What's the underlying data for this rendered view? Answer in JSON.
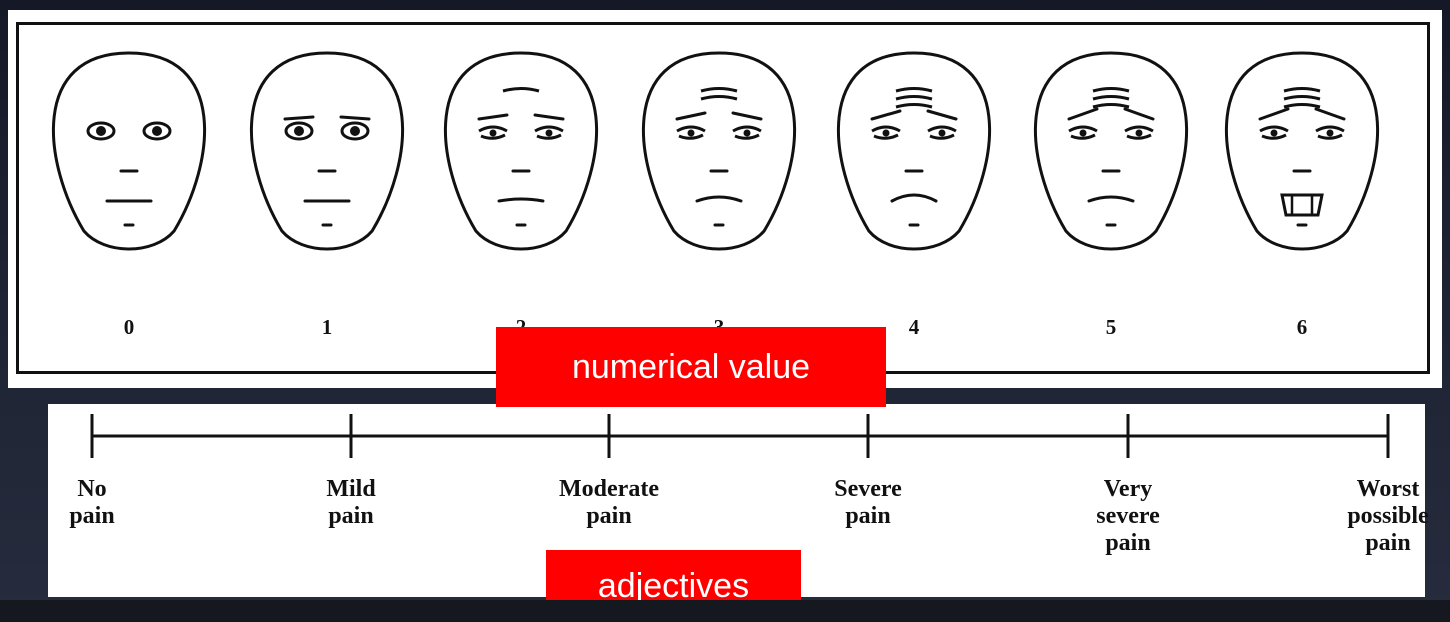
{
  "faces": [
    {
      "value": "0",
      "eyebrow_level": 0,
      "mouth_curve": 0
    },
    {
      "value": "1",
      "eyebrow_level": 1,
      "mouth_curve": 0
    },
    {
      "value": "2",
      "eyebrow_level": 2,
      "mouth_curve": -1
    },
    {
      "value": "3",
      "eyebrow_level": 3,
      "mouth_curve": -2
    },
    {
      "value": "4",
      "eyebrow_level": 4,
      "mouth_curve": -3
    },
    {
      "value": "5",
      "eyebrow_level": 5,
      "mouth_curve": -2
    },
    {
      "value": "6",
      "eyebrow_level": 6,
      "mouth_curve": -4
    }
  ],
  "scale": {
    "labels": [
      "No\npain",
      "Mild\npain",
      "Moderate\npain",
      "Severe\npain",
      "Very\nsevere\npain",
      "Worst\npossible\npain"
    ]
  },
  "callouts": {
    "numerical": "numerical value",
    "adjectives": "adjectives"
  },
  "colors": {
    "callout_bg": "#ff0000",
    "callout_text": "#ffffff",
    "background": "#1b1f2c",
    "line_art": "#111111"
  }
}
